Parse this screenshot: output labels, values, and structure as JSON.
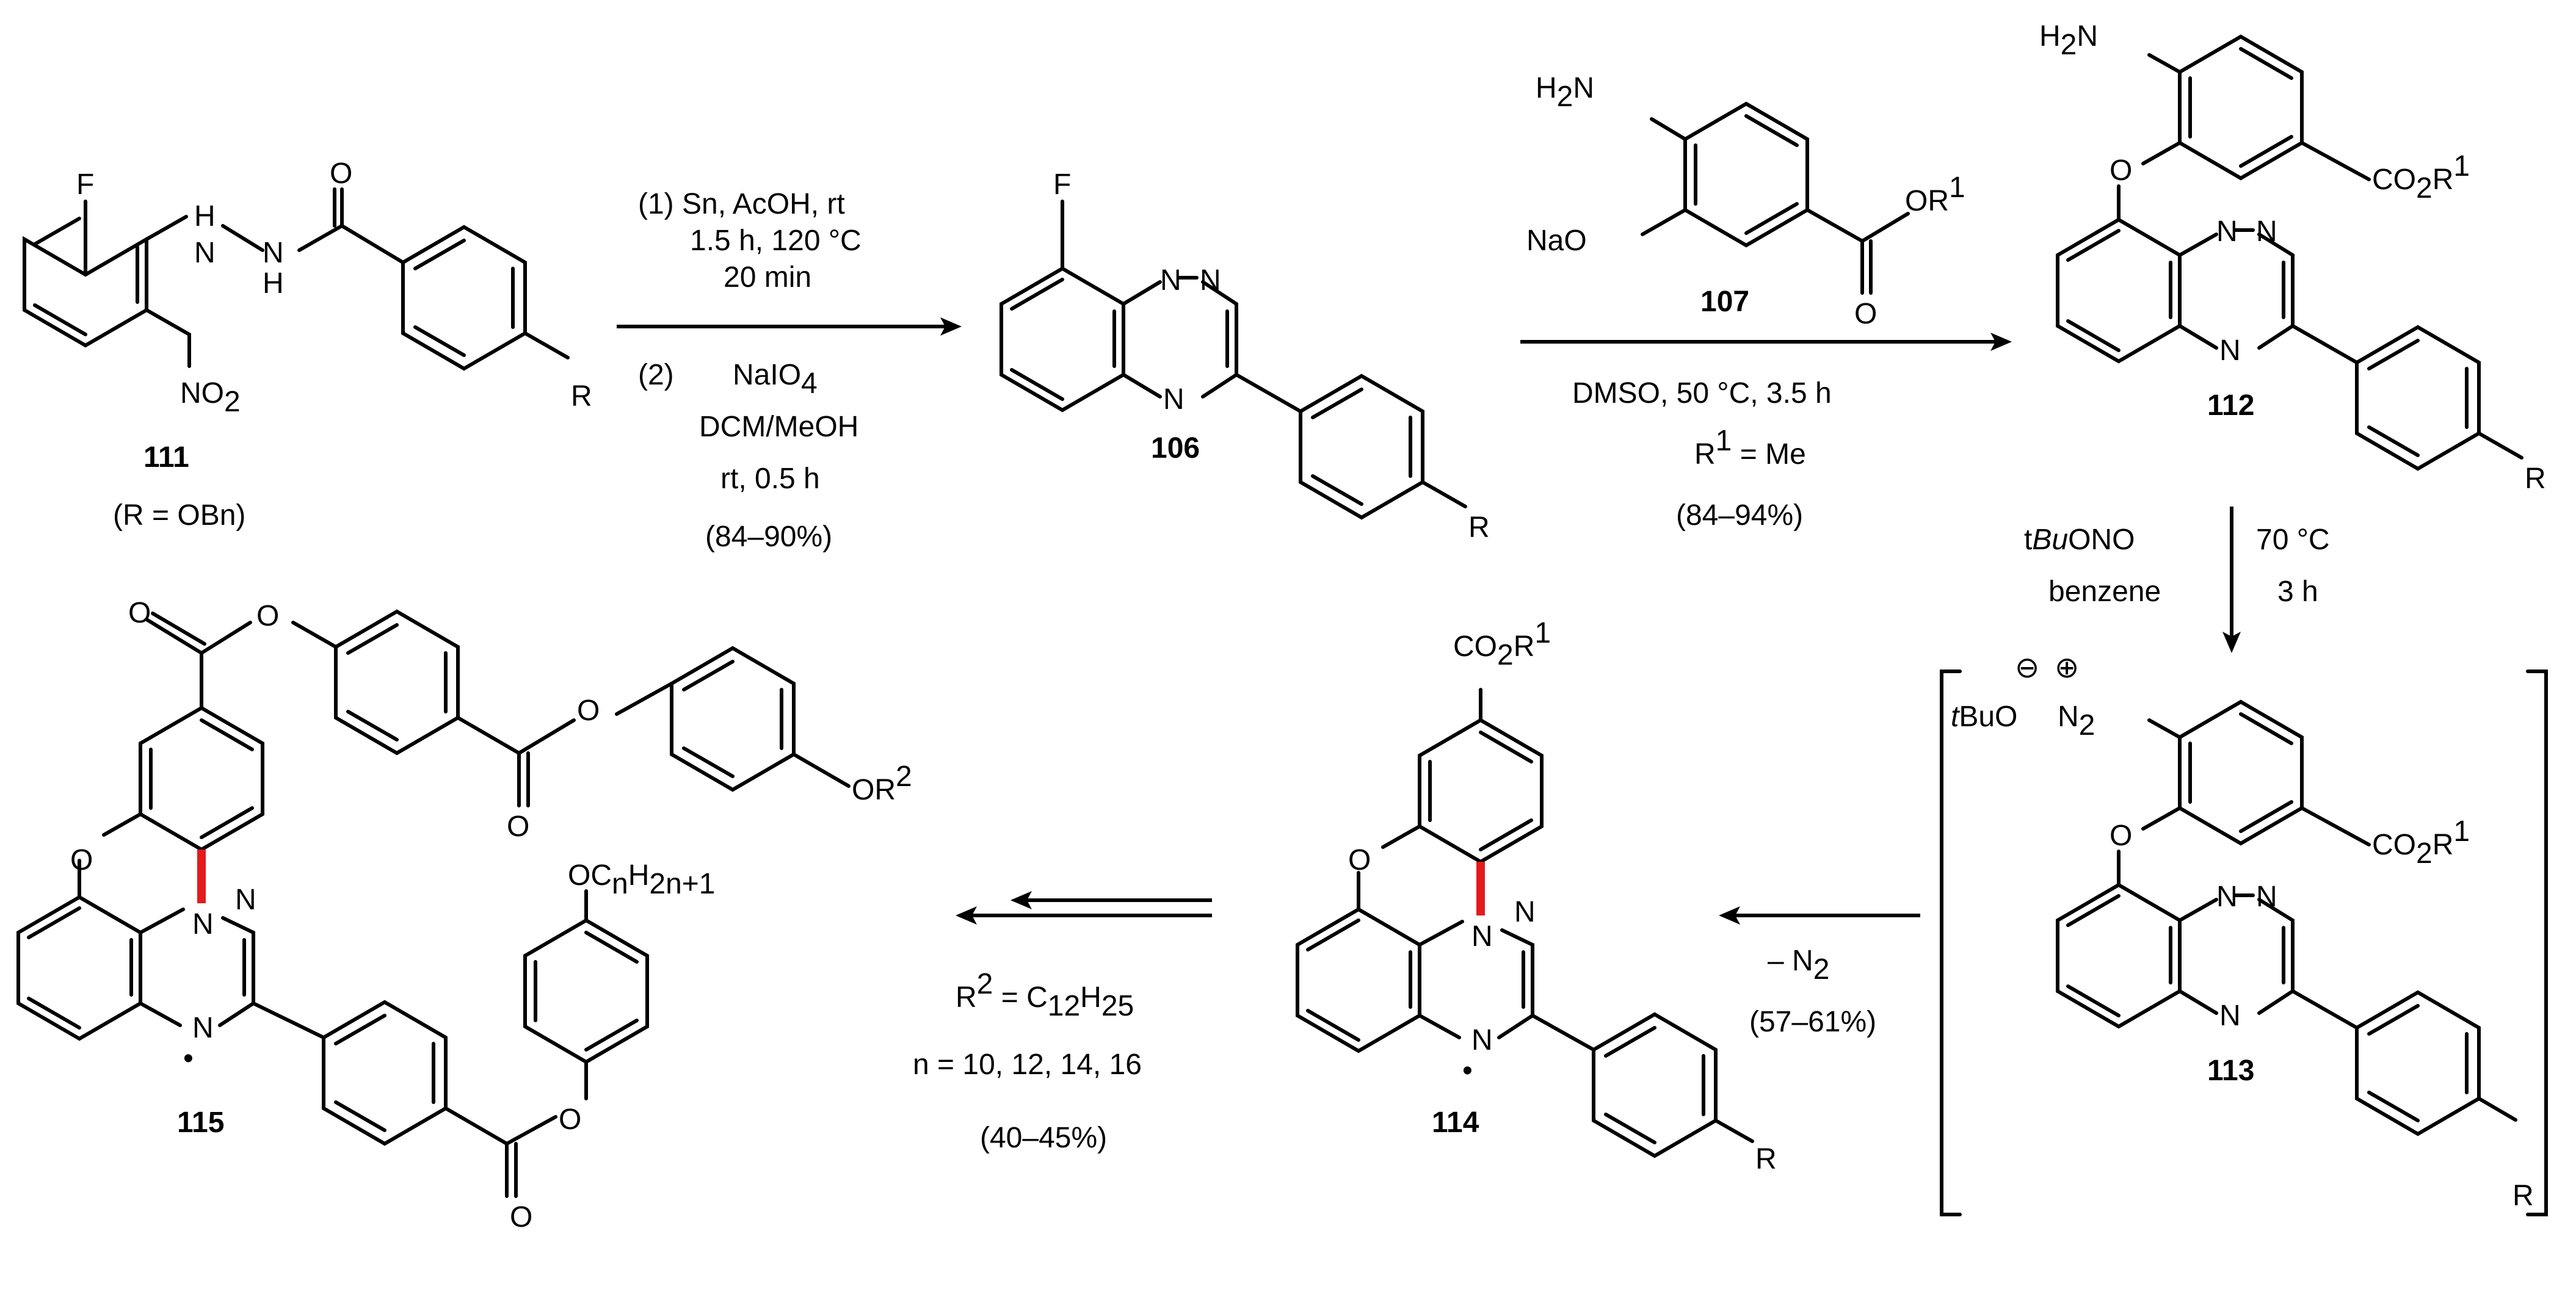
{
  "compounds": {
    "c111": {
      "id": "111",
      "note": "(R = OBn)",
      "F": "F",
      "NH1": "H",
      "N1": "N",
      "N2": "N",
      "NH2": "H",
      "O": "O",
      "NO2": "NO",
      "NO2_sub": "2",
      "R": "R"
    },
    "c106": {
      "id": "106",
      "F": "F",
      "N1": "N",
      "N2": "N",
      "N3": "N",
      "R": "R"
    },
    "c107": {
      "id": "107",
      "H2N": "H",
      "H2N_sub": "2",
      "H2N_N": "N",
      "NaO": "NaO",
      "OR": "OR",
      "OR_sup": "1",
      "O": "O"
    },
    "c112": {
      "id": "112",
      "H2N": "H",
      "H2N_sub": "2",
      "H2N_N": "N",
      "O": "O",
      "CO2R": "CO",
      "CO2R_sub": "2",
      "CO2R_R": "R",
      "CO2R_sup": "1",
      "N1": "N",
      "N2": "N",
      "N3": "N",
      "R": "R"
    },
    "c113": {
      "id": "113",
      "tBuO": "tBuO",
      "minus": "⊖",
      "plus": "⊕",
      "N2": "N",
      "N2_sub": "2",
      "O": "O",
      "CO2R": "CO",
      "CO2R_sub": "2",
      "CO2R_R": "R",
      "CO2R_sup": "1",
      "N1": "N",
      "Na": "N",
      "N3": "N",
      "R": "R"
    },
    "c114": {
      "id": "114",
      "CO2R": "CO",
      "CO2R_sub": "2",
      "CO2R_R": "R",
      "CO2R_sup": "1",
      "O": "O",
      "N1": "N",
      "N2": "N",
      "N3": "N",
      "R": "R",
      "radical": "•"
    },
    "c115": {
      "id": "115",
      "O1": "O",
      "O2": "O",
      "O3": "O",
      "O4": "O",
      "O5": "O",
      "O6": "O",
      "O7": "O",
      "OR2": "OR",
      "OR2_sup": "2",
      "chain": "OC",
      "chain_sub1": "n",
      "chain_H": "H",
      "chain_sub2": "2n+1",
      "N1": "N",
      "N2": "N",
      "N3": "N",
      "radical": "•"
    }
  },
  "steps": {
    "s1": {
      "line1": "(1) Sn, AcOH, rt",
      "line2": "1.5 h, 120 °C",
      "line3": "20 min",
      "line4_num": "(2)",
      "line4": "NaIO",
      "line4_sub": "4",
      "line5": "DCM/MeOH",
      "line6": "rt, 0.5 h",
      "yield": "(84–90%)"
    },
    "s2": {
      "conditions": "DMSO, 50 °C, 3.5 h",
      "r1": "R",
      "r1_sup": "1",
      "r1_val": " = Me",
      "yield": "(84–94%)"
    },
    "s3": {
      "left1": "t",
      "left1b": "Bu",
      "left1c": "ONO",
      "left2": "benzene",
      "right1": "70 °C",
      "right2": "3 h"
    },
    "s4": {
      "minus_n2": "– N",
      "n2_sub": "2",
      "yield": "(57–61%)"
    },
    "s5": {
      "r2": "R",
      "r2_sup": "2",
      "r2_val": " = C",
      "r2_sub1": "12",
      "r2_H": "H",
      "r2_sub2": "25",
      "n_values": "n = 10, 12, 14, 16",
      "yield": "(40–45%)"
    }
  },
  "colors": {
    "new_bond": "#e31b1b",
    "ink": "#000000"
  }
}
